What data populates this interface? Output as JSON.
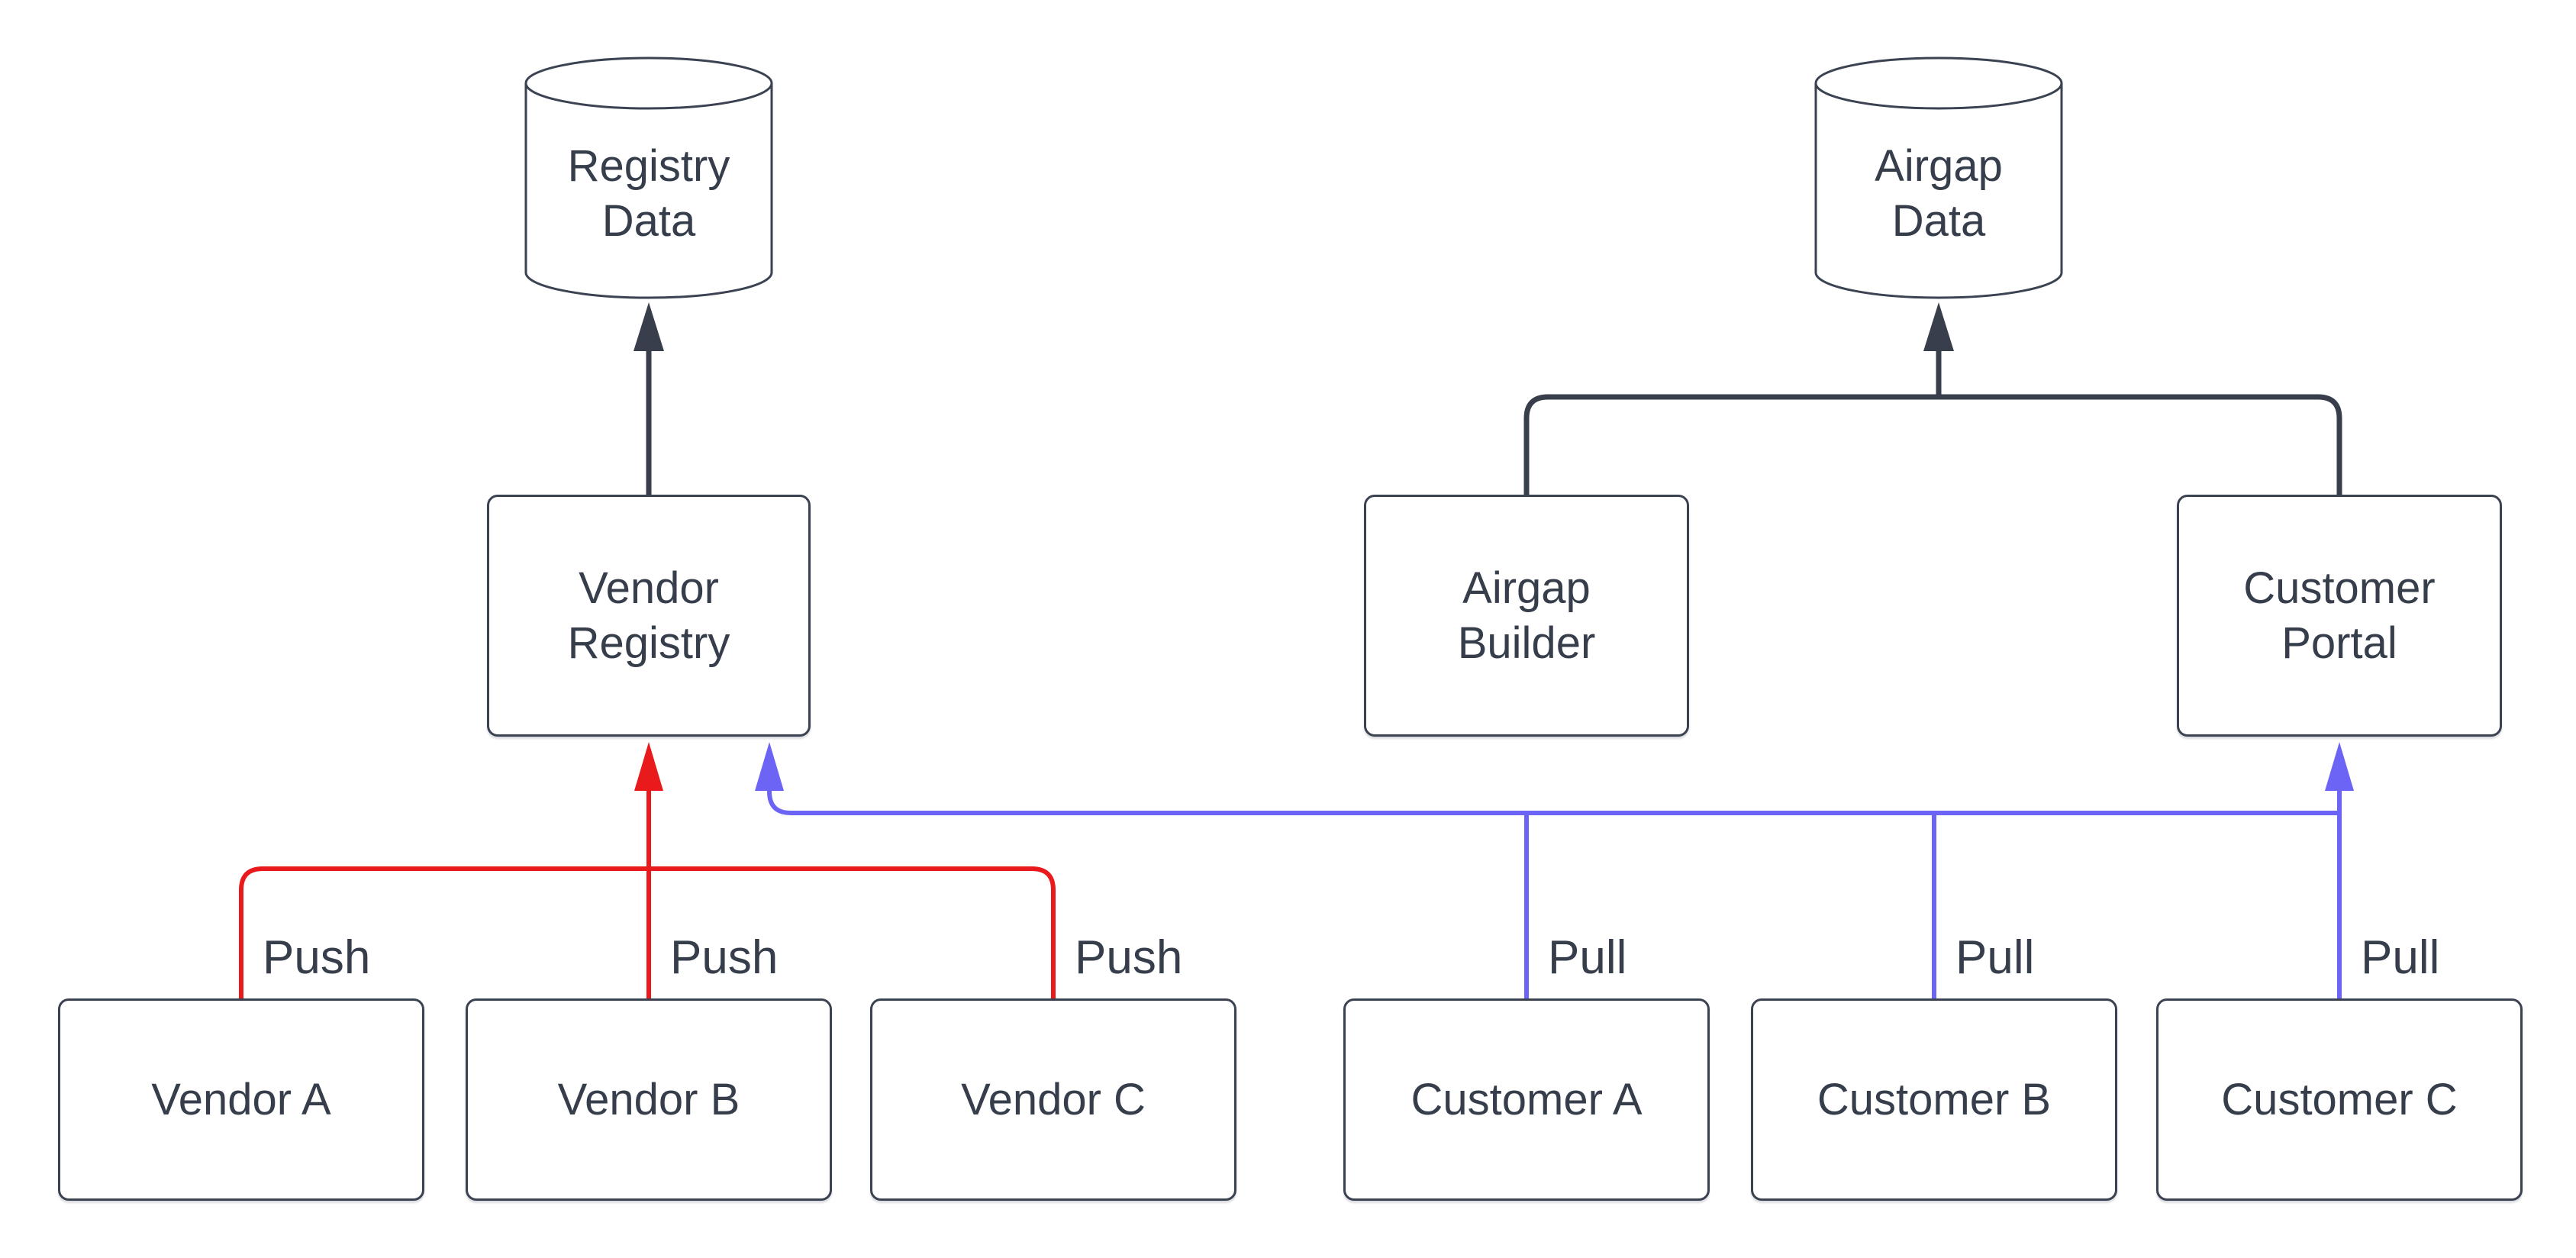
{
  "diagram": {
    "background": "#ffffff",
    "colors": {
      "dark": "#383e4b",
      "red": "#e81a1c",
      "blue": "#6c64f5",
      "node_border": "#3b4251",
      "text": "#373e4b"
    },
    "nodes": {
      "registry_data": {
        "label": "Registry\nData",
        "shape": "cylinder"
      },
      "airgap_data": {
        "label": "Airgap\nData",
        "shape": "cylinder"
      },
      "vendor_registry": {
        "label": "Vendor\nRegistry",
        "shape": "rect"
      },
      "airgap_builder": {
        "label": "Airgap\nBuilder",
        "shape": "rect"
      },
      "customer_portal": {
        "label": "Customer\nPortal",
        "shape": "rect"
      },
      "vendor_a": {
        "label": "Vendor A",
        "shape": "rect"
      },
      "vendor_b": {
        "label": "Vendor B",
        "shape": "rect"
      },
      "vendor_c": {
        "label": "Vendor C",
        "shape": "rect"
      },
      "customer_a": {
        "label": "Customer A",
        "shape": "rect"
      },
      "customer_b": {
        "label": "Customer B",
        "shape": "rect"
      },
      "customer_c": {
        "label": "Customer C",
        "shape": "rect"
      }
    },
    "dark_edges": [
      {
        "from": "vendor_registry",
        "to": "registry_data"
      },
      {
        "from": "airgap_builder",
        "to": "airgap_data"
      },
      {
        "from": "customer_portal",
        "to": "airgap_data"
      }
    ],
    "red_bus": {
      "sources": [
        "vendor_a",
        "vendor_b",
        "vendor_c"
      ],
      "targets": [
        "vendor_registry"
      ],
      "labels": [
        "Push",
        "Push",
        "Push"
      ]
    },
    "blue_bus": {
      "sources": [
        "customer_a",
        "customer_b",
        "customer_c"
      ],
      "targets": [
        "vendor_registry",
        "customer_portal"
      ],
      "labels": [
        "Pull",
        "Pull",
        "Pull"
      ]
    }
  }
}
